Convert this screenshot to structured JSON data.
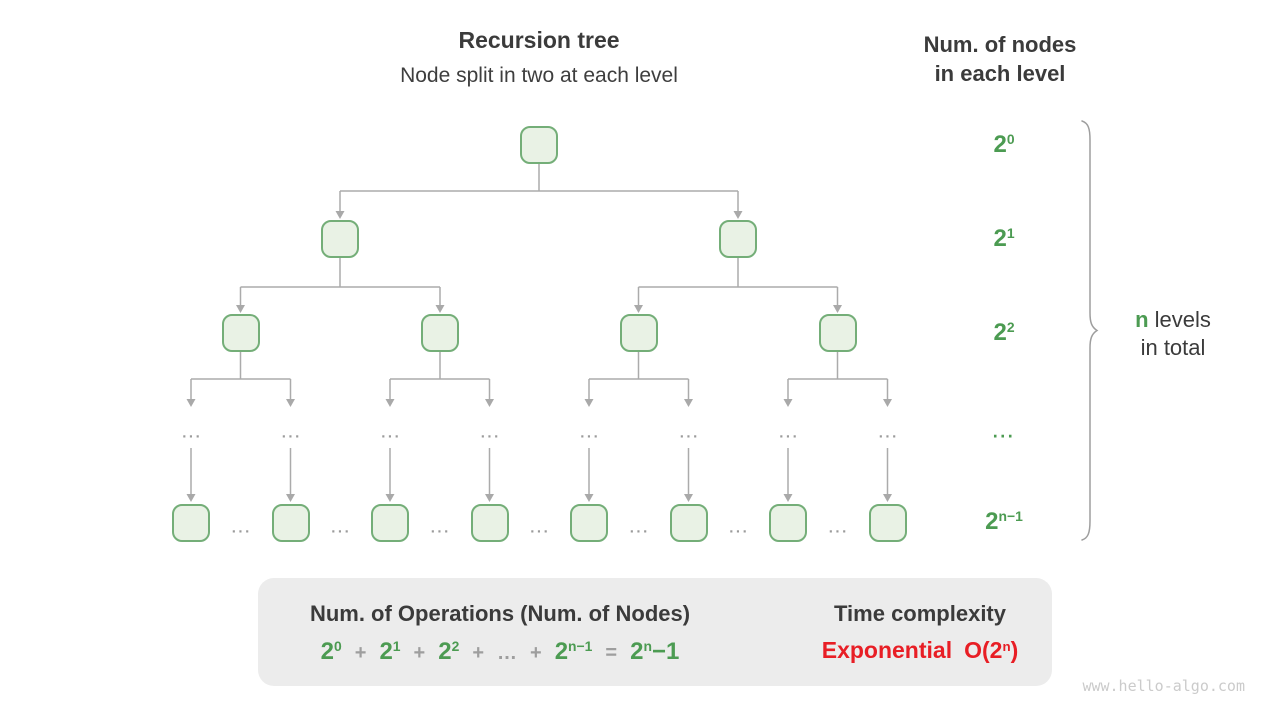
{
  "header": {
    "title": "Recursion tree",
    "subtitle": "Node split in two at each level"
  },
  "right_panel": {
    "heading_line1": "Num. of nodes",
    "heading_line2": "in each level",
    "levels": [
      {
        "base": "2",
        "sup": "0"
      },
      {
        "base": "2",
        "sup": "1"
      },
      {
        "base": "2",
        "sup": "2"
      },
      {
        "dots": "..."
      },
      {
        "base": "2",
        "sup": "n−1"
      }
    ],
    "brace_note": {
      "n": "n",
      "rest": "levels",
      "line2": "in total"
    }
  },
  "tree": {
    "ellipsis": "..."
  },
  "summary_box": {
    "heading": "Num. of Operations (Num. of Nodes)",
    "formula": [
      {
        "base": "2",
        "sup": "0"
      },
      {
        "op": "+"
      },
      {
        "base": "2",
        "sup": "1"
      },
      {
        "op": "+"
      },
      {
        "base": "2",
        "sup": "2"
      },
      {
        "op": "+"
      },
      {
        "op": "…"
      },
      {
        "op": "+"
      },
      {
        "base": "2",
        "sup": "n−1"
      },
      {
        "op": "="
      },
      {
        "base": "2",
        "sup": "n",
        "tail": "−1"
      }
    ],
    "result_heading": "Time complexity",
    "complexity": {
      "label": "Exponential",
      "pre": "O(2",
      "sup": "n",
      "post": ")"
    }
  },
  "watermark": "www.hello-algo.com",
  "colors": {
    "green": "#4c9b52",
    "red": "#e81e25",
    "node_border": "#74ae78",
    "node_fill": "#e9f2e5",
    "connector": "#ababab",
    "panel_bg": "#ececec",
    "text_dark": "#3b3b3b",
    "gray_dots": "#9b9b9b"
  }
}
